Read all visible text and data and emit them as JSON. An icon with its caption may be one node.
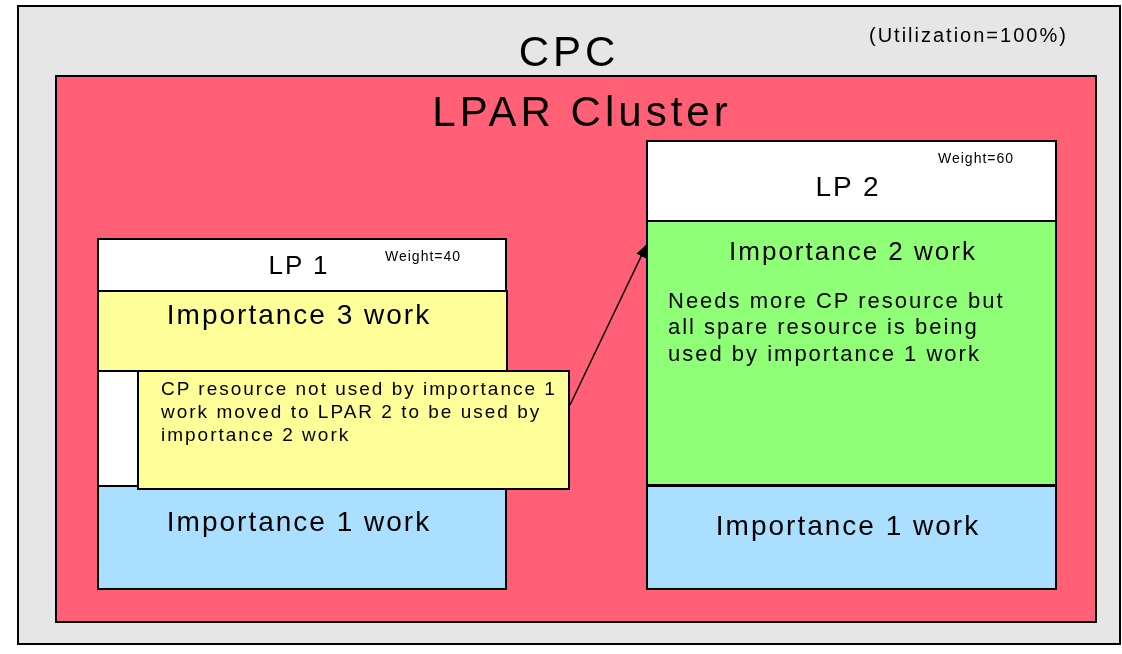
{
  "diagram": {
    "nodes": [
      {
        "text": [
          "CPC",
          "(Utilization=100%)"
        ]
      },
      {
        "text": [
          "LPAR Cluster"
        ],
        "in": 0
      },
      {
        "text": [
          "LP 1",
          "Weight=40"
        ],
        "in": 1
      },
      {
        "text": [
          "Importance 3 work"
        ],
        "in": 2
      },
      {
        "text": [
          "Importance 1 work"
        ],
        "in": 2
      },
      {
        "text": [
          "CP resource not used by importance 1 work moved to LPAR 2 to be used by importance 2 work"
        ],
        "in": 1
      },
      {
        "text": [
          "LP 2",
          "Weight=60"
        ],
        "in": 1
      },
      {
        "text": [
          "Importance 2 work",
          "Needs more CP resource but all spare resource is being used by importance 1 work"
        ],
        "in": 6
      },
      {
        "text": [
          "Importance 1 work"
        ],
        "in": 6
      }
    ],
    "edges": [
      {
        "from": 5,
        "to": 7,
        "arrow": "to"
      }
    ]
  }
}
